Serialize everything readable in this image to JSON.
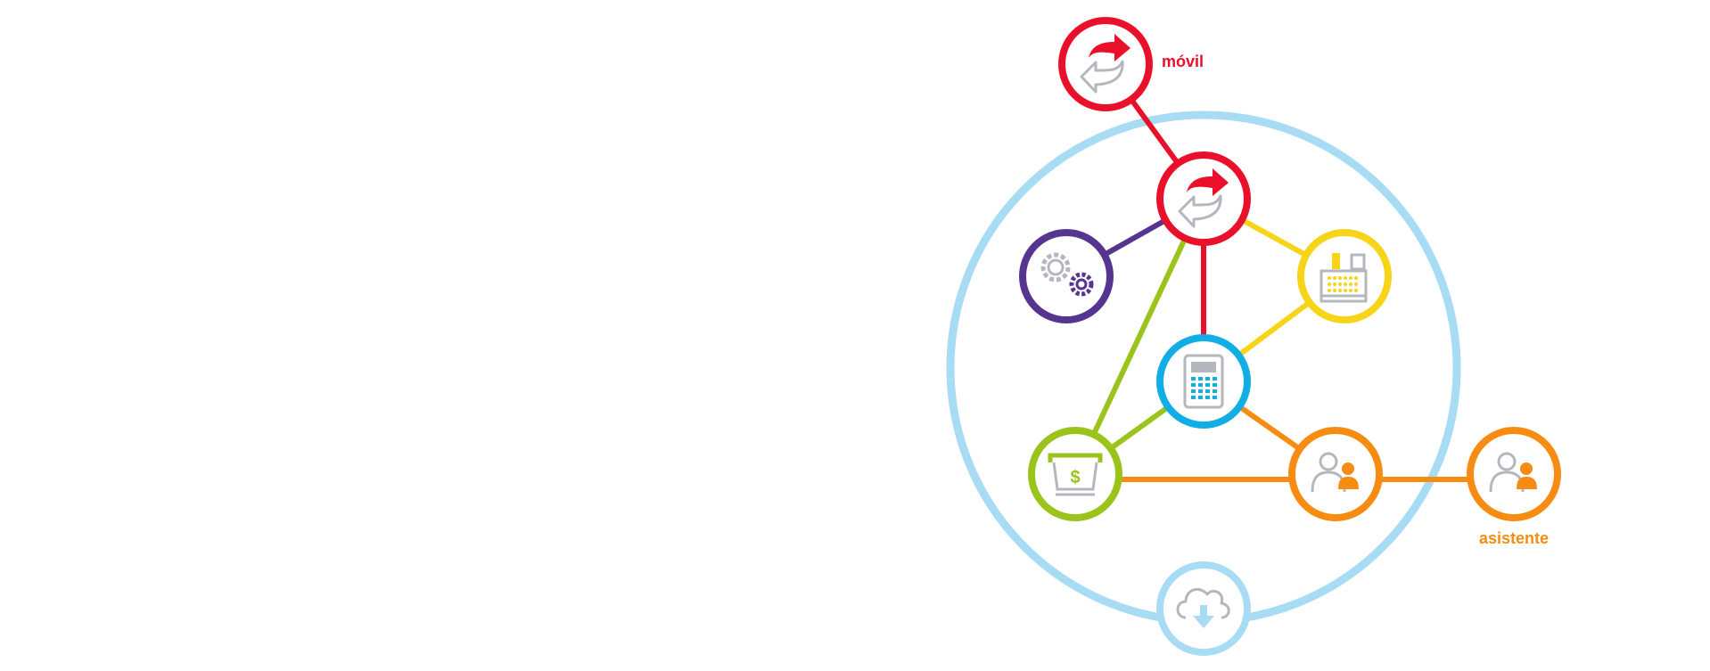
{
  "colors": {
    "ring": "#a8dcf4",
    "red": "#e8102a",
    "purple": "#55358f",
    "yellow": "#f8d419",
    "blue": "#10aee4",
    "green": "#9ac41c",
    "orange": "#f78c12",
    "gray_icon": "#b5b7be"
  },
  "labels": {
    "movil": "móvil",
    "asistente": "asistente"
  },
  "nodes": [
    {
      "id": "movil-sync",
      "icon": "sync-arrows-icon"
    },
    {
      "id": "core-sync",
      "icon": "sync-arrows-icon"
    },
    {
      "id": "settings",
      "icon": "gears-icon"
    },
    {
      "id": "cash-register",
      "icon": "cash-register-icon"
    },
    {
      "id": "calculator",
      "icon": "calculator-icon"
    },
    {
      "id": "atm",
      "icon": "atm-cash-icon"
    },
    {
      "id": "users",
      "icon": "users-icon"
    },
    {
      "id": "asistente-users",
      "icon": "users-icon"
    },
    {
      "id": "cloud",
      "icon": "cloud-download-icon"
    }
  ]
}
